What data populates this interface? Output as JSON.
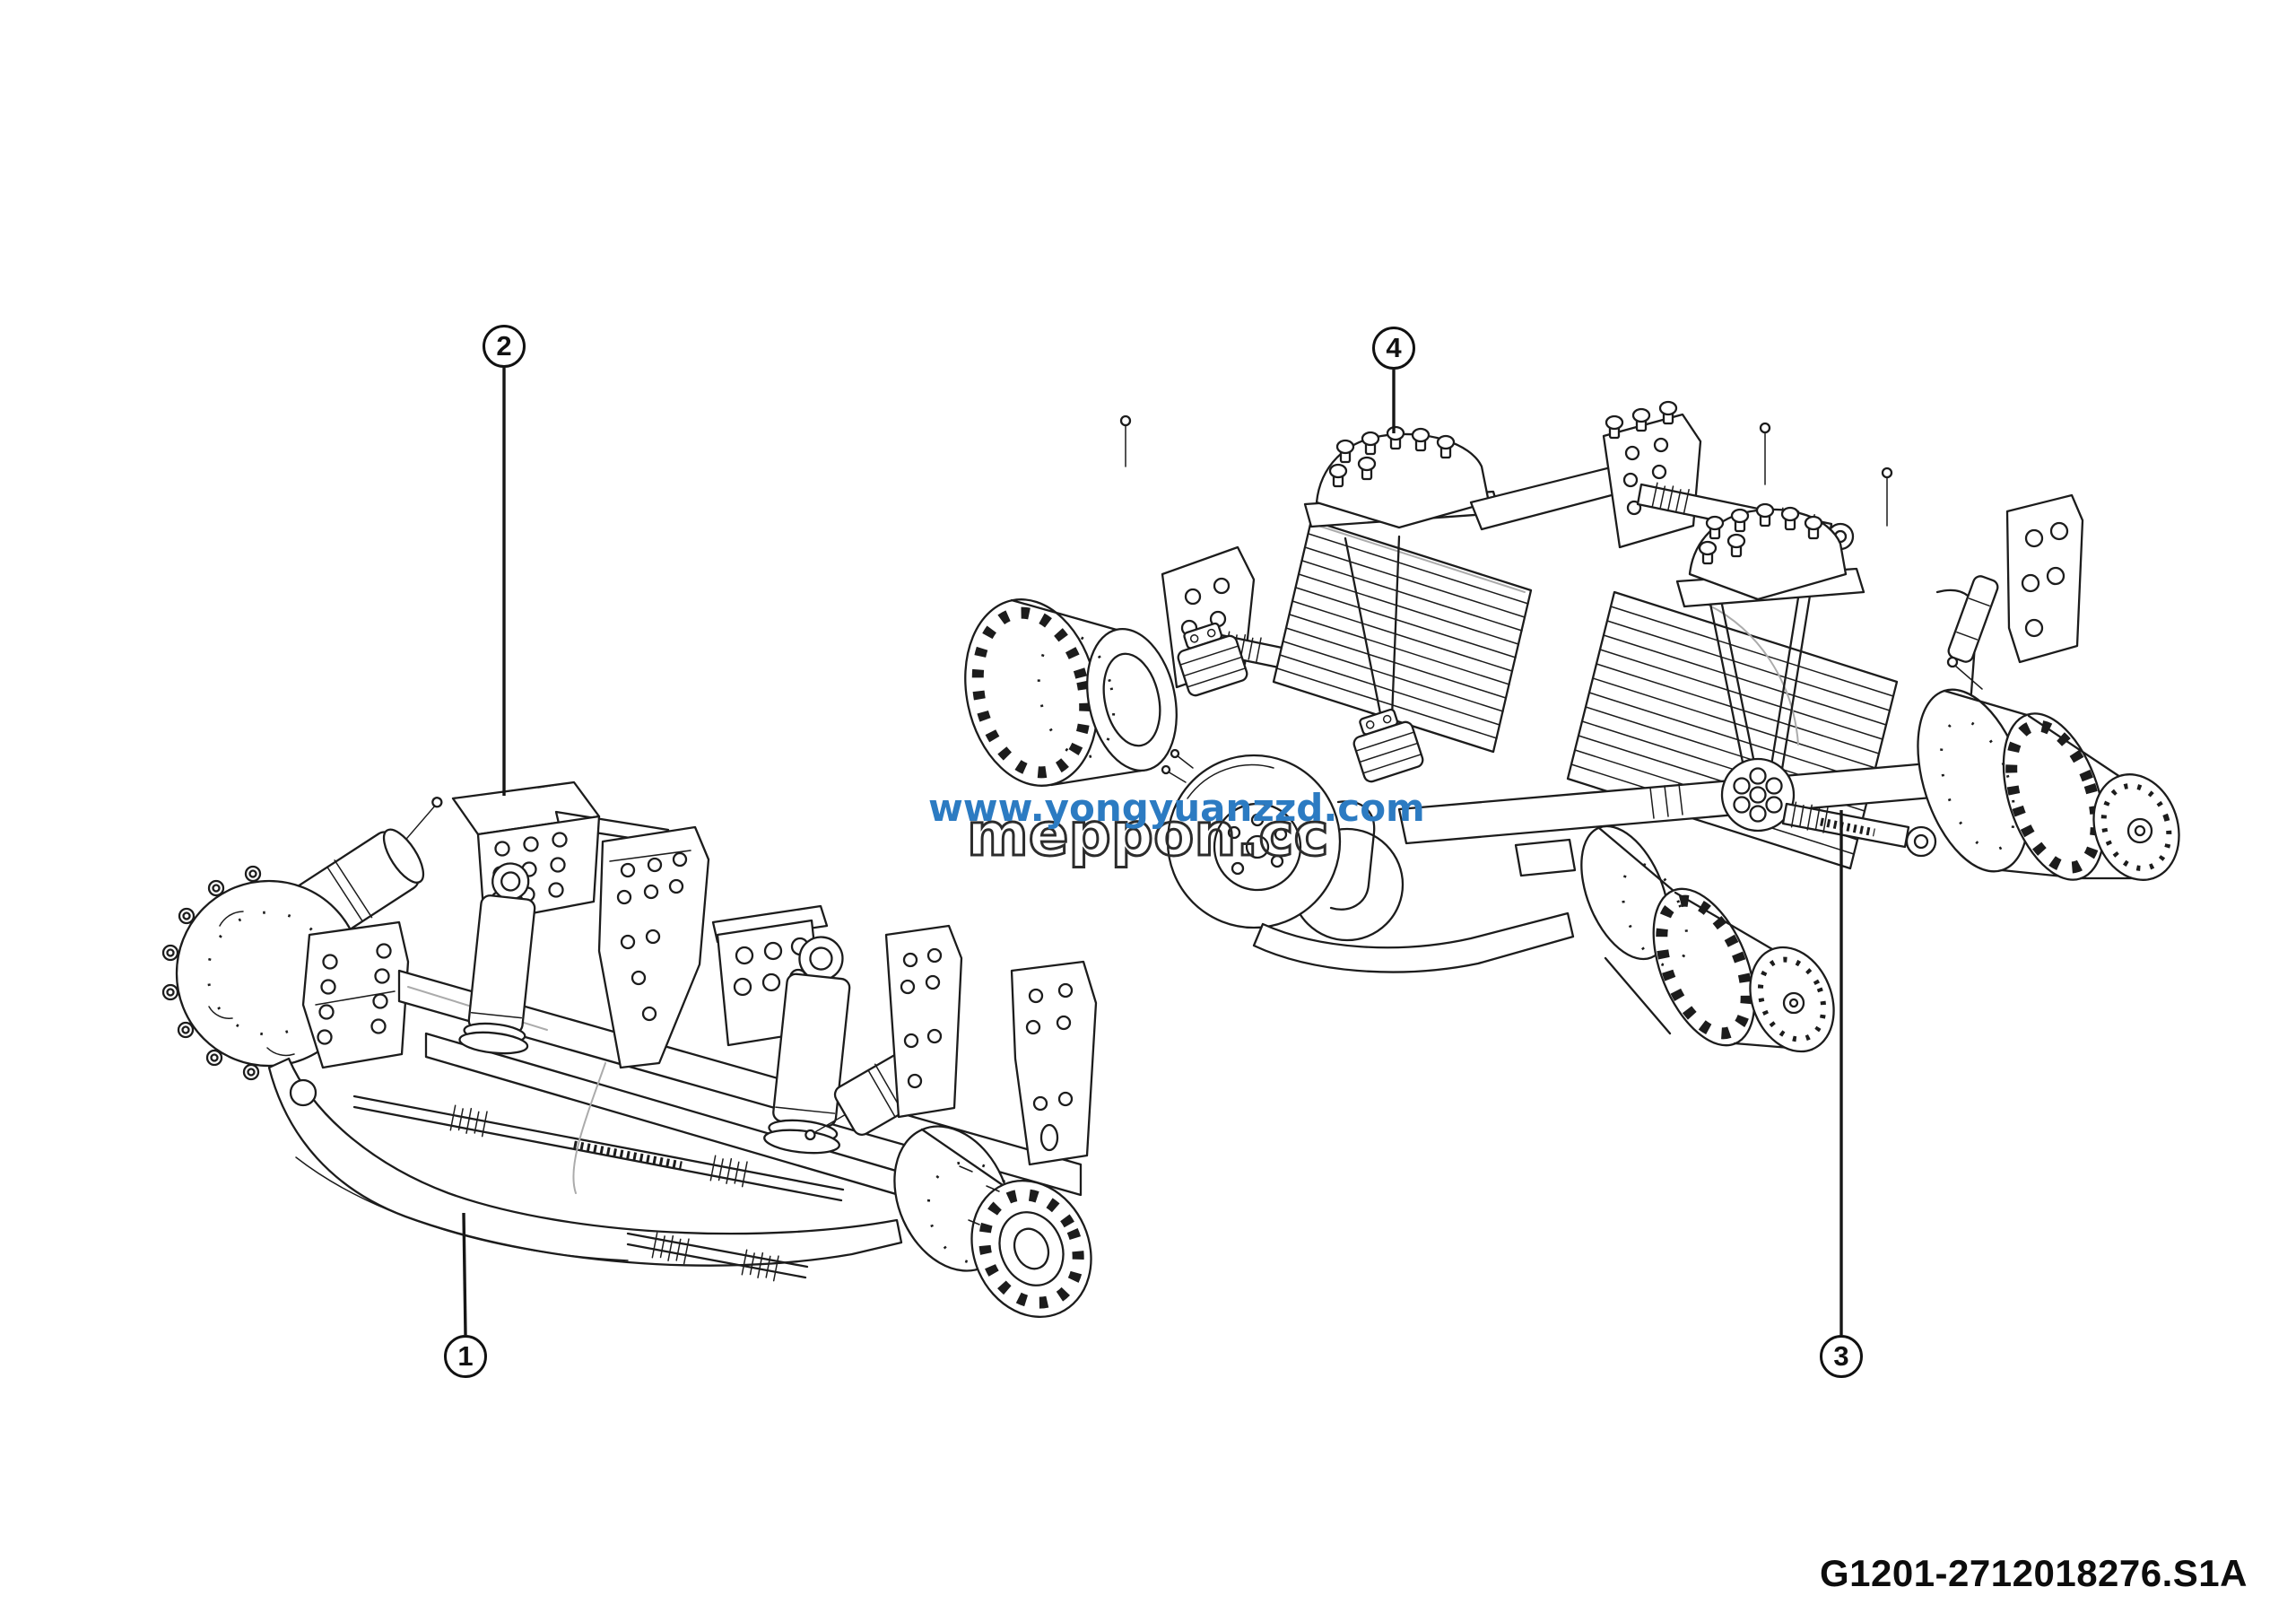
{
  "figure": {
    "background": "#ffffff",
    "line_color": "#1c1c1c",
    "drawing_code": "G1201-2712018276.S1A",
    "callouts": [
      {
        "label": "1"
      },
      {
        "label": "2"
      },
      {
        "label": "3"
      },
      {
        "label": "4"
      }
    ],
    "watermark": {
      "url_text": "www.yongyuanzzd.com",
      "brand_text": "meppon.cc",
      "url_color": "#2c7bc2"
    }
  }
}
